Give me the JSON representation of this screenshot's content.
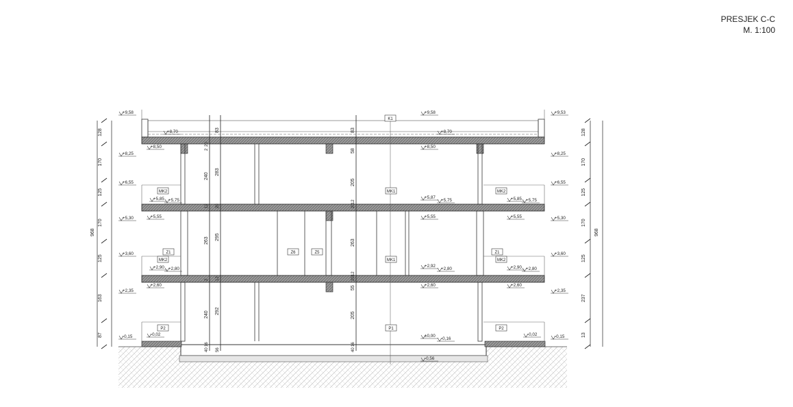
{
  "title": {
    "section": "PRESJEK C-C",
    "scale": "M. 1:100"
  },
  "levels_left": [
    "+9,58",
    "+8,25",
    "+6,55",
    "+5,30",
    "+3,60",
    "+2,35",
    "-0,15"
  ],
  "levels_right": [
    "+9,53",
    "+8,25",
    "+6,55",
    "+5,30",
    "+3,60",
    "+2,35",
    "-0,15"
  ],
  "inner_levels": [
    "+9,58",
    "+8,70",
    "+8,70",
    "+8,50",
    "+8,50",
    "+5,85",
    "+5,75",
    "+5,55",
    "+5,87",
    "+5,75",
    "+5,55",
    "+5,85",
    "+5,75",
    "+5,55",
    "+2,90",
    "+2,80",
    "+2,60",
    "+2,92",
    "+2,80",
    "+2,60",
    "+2,90",
    "+2,80",
    "+2,60",
    "-0,02",
    "±0,00",
    "-0,16",
    "-0,02",
    "-0,56"
  ],
  "left_chain": [
    "128",
    "170",
    "125",
    "170",
    "125",
    "163",
    "87"
  ],
  "left_total": "968",
  "right_chain": [
    "128",
    "170",
    "125",
    "170",
    "125",
    "237",
    "13"
  ],
  "right_total": "968",
  "heights_column_a": [
    "83",
    "240",
    "283",
    "295",
    "263",
    "240",
    "292"
  ],
  "heights_column_b": [
    "83",
    "58",
    "205",
    "263",
    "205",
    "55"
  ],
  "thickness_labels": [
    "20",
    "2",
    "12",
    "20",
    "2",
    "12",
    "40",
    "16",
    "56",
    "40",
    "16",
    "20",
    "12",
    "20",
    "12"
  ],
  "tags": [
    "K1",
    "MK2",
    "MK1",
    "MK2",
    "Z1",
    "Z6",
    "Z5",
    "Z1",
    "MK2",
    "MK1",
    "MK2",
    "P2",
    "P1",
    "P2"
  ]
}
